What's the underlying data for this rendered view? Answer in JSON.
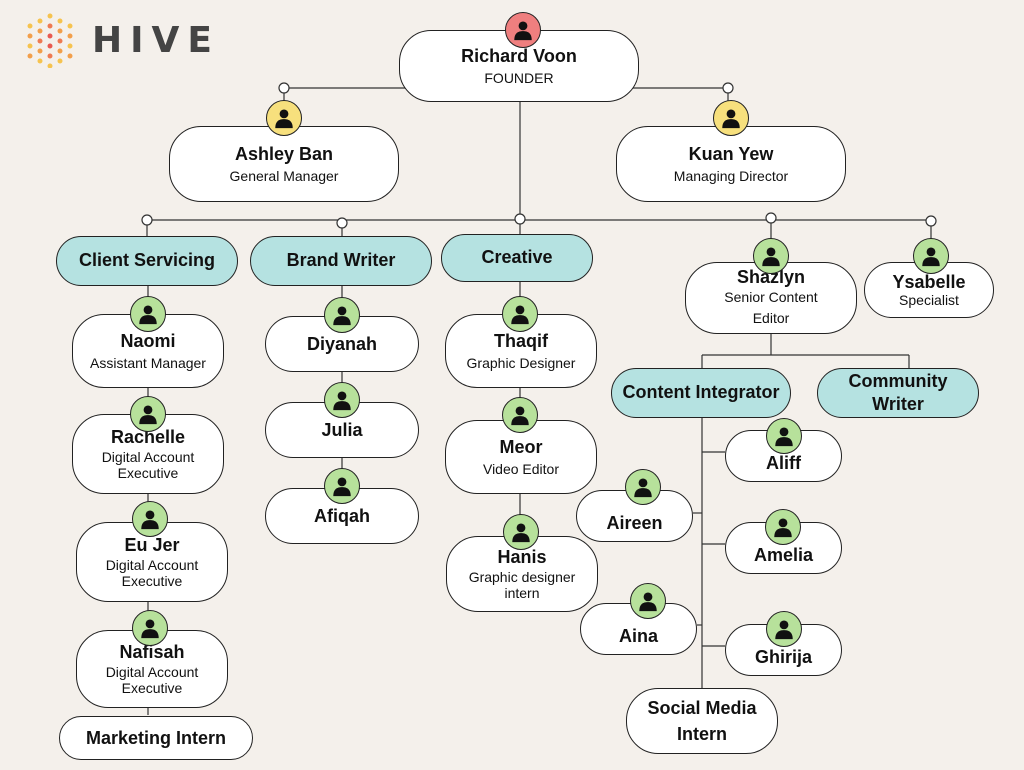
{
  "logo": {
    "text": "HIVE",
    "icon": "dotted-hive-icon"
  },
  "colors": {
    "department": "#b5e2e1",
    "founder_avatar": "#ef7f7f",
    "director_avatar": "#f7e07d",
    "staff_avatar": "#b7e19b"
  },
  "people": {
    "richard": {
      "name": "Richard Voon",
      "role": "FOUNDER"
    },
    "ashley": {
      "name": "Ashley Ban",
      "role": "General Manager"
    },
    "kuan": {
      "name": "Kuan Yew",
      "role": "Managing Director"
    },
    "naomi": {
      "name": "Naomi",
      "role": "Assistant Manager"
    },
    "rachelle": {
      "name": "Rachelle",
      "role": "Digital Account Executive"
    },
    "eujer": {
      "name": "Eu Jer",
      "role": "Digital Account Executive"
    },
    "nafisah": {
      "name": "Nafisah",
      "role": "Digital Account Executive"
    },
    "marketing": {
      "name": "Marketing Intern"
    },
    "diyanah": {
      "name": "Diyanah"
    },
    "julia": {
      "name": "Julia"
    },
    "afiqah": {
      "name": "Afiqah"
    },
    "thaqif": {
      "name": "Thaqif",
      "role": "Graphic Designer"
    },
    "meor": {
      "name": "Meor",
      "role": "Video Editor"
    },
    "hanis": {
      "name": "Hanis",
      "role": "Graphic designer intern"
    },
    "shazlyn": {
      "name": "Shazlyn",
      "role": "Senior Content Editor"
    },
    "ysabelle": {
      "name": "Ysabelle",
      "role": "Specialist"
    },
    "aliff": {
      "name": "Aliff"
    },
    "aireen": {
      "name": "Aireen"
    },
    "amelia": {
      "name": "Amelia"
    },
    "aina": {
      "name": "Aina"
    },
    "ghirija": {
      "name": "Ghirija"
    },
    "social": {
      "name": "Social Media Intern"
    }
  },
  "departments": {
    "client": "Client Servicing",
    "brand": "Brand Writer",
    "creative": "Creative",
    "integrator": "Content Integrator",
    "community": "Community Writer"
  }
}
